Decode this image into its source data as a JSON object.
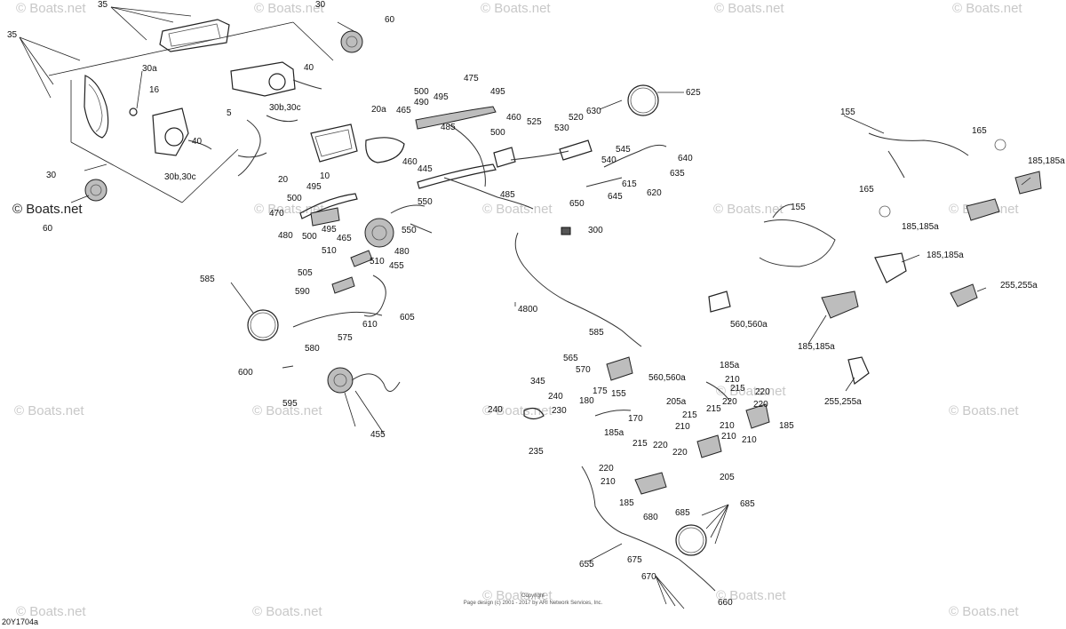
{
  "watermark": "© Boats.net",
  "copyright": {
    "line1": "Copyright",
    "line2": "Page design (c) 2001 - 2017 by ARI Network Services, Inc."
  },
  "diagram_code": "20Y1704a",
  "callouts": {
    "c35a": "35",
    "c30a": "30",
    "c60a": "60",
    "c35b": "35",
    "c30a_lbl": "30a",
    "c16": "16",
    "c40": "40",
    "c30bc1": "30b,30c",
    "c30bc2": "30b,30c",
    "c40b": "40",
    "c30b": "30",
    "c60b": "60",
    "c5": "5",
    "c20a": "20a",
    "c20": "20",
    "c10": "10",
    "c465a": "465",
    "c475": "475",
    "c500a": "500",
    "c490": "490",
    "c495a": "495",
    "c495b": "495",
    "c485a": "485",
    "c460a": "460",
    "c500b": "500",
    "c525a": "525",
    "c520": "520",
    "c530": "530",
    "c630": "630",
    "c625": "625",
    "c545a": "545",
    "c540": "540",
    "c640": "640",
    "c635": "635",
    "c615": "615",
    "c620": "620",
    "c645": "645",
    "c650": "650",
    "c485b": "485",
    "c460b": "460",
    "c445": "445",
    "c495c": "495",
    "c500c": "500",
    "c470": "470",
    "c480a": "480",
    "c500d": "500",
    "c495d": "495",
    "c465b": "465",
    "c550a": "550",
    "c550b": "550",
    "c510a": "510",
    "c510b": "510",
    "c480b": "480",
    "c455a": "455",
    "c300": "300",
    "c505": "505",
    "c585a": "585",
    "c590": "590",
    "c605": "605",
    "c610": "610",
    "c575": "575",
    "c580": "580",
    "c600": "600",
    "c595": "595",
    "c455b": "455",
    "c4800": "4800",
    "c155a": "155",
    "c165a": "165",
    "c185a": "185,185a",
    "c165b": "165",
    "c185b": "185,185a",
    "c155b": "155",
    "c185c": "185,185a",
    "c255a": "255,255a",
    "c560a": "560,560a",
    "c185d": "185,185a",
    "c255b": "255,255a",
    "c585b": "585",
    "c565": "565",
    "c570": "570",
    "c560b": "560,560a",
    "c345": "345",
    "c240a": "240",
    "c240b": "240",
    "c230": "230",
    "c235": "235",
    "c180": "180",
    "c175": "175",
    "c155c": "155",
    "c170": "170",
    "c205a": "205a",
    "c185e": "185a",
    "c185f": "185a",
    "c210a": "210",
    "c215a": "215",
    "c220a": "220",
    "c220b": "220",
    "c215b": "215",
    "c220c": "220",
    "c210b": "210",
    "c215c": "215",
    "c210c": "210",
    "c185g": "185",
    "c210d": "210",
    "c210e": "210",
    "c215d": "215",
    "c220d": "220",
    "c220e": "220",
    "c220f": "220",
    "c205b": "205",
    "c210f": "210",
    "c185h": "185",
    "c680": "680",
    "c685a": "685",
    "c685b": "685",
    "c655": "655",
    "c675": "675",
    "c670": "670",
    "c660": "660"
  }
}
